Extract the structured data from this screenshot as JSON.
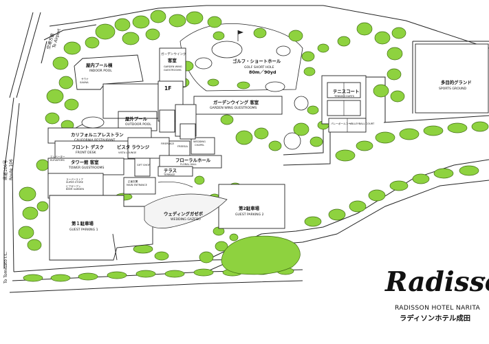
{
  "roads": {
    "airport_route": "空港方面",
    "airport_route_en": "To Airport",
    "route106_jp": "県道106号",
    "route106_en": "Route 106",
    "tomisato_ic": "To Tomisato I.C."
  },
  "areas": {
    "indoor_pool_jp": "屋内プール棟",
    "indoor_pool_en": "INDOOR POOL",
    "sauna": "サウナ",
    "sauna_en": "SAUNA",
    "garden_wing_room_jp": "ガーデンウイング",
    "garden_wing_room_jp2": "客室",
    "garden_wing_room_en": "GARDEN WING",
    "garden_wing_room_en2": "GUESTROOMS",
    "golf_jp": "ゴルフ・ショートホール",
    "golf_en": "GOLF SHORT HOLE",
    "golf_size": "80m／90yd",
    "floor_1f": "1F",
    "outdoor_pool_jp": "屋外プール",
    "outdoor_pool_en": "OUTDOOR POOL",
    "garden_wing_jp": "ガーデンウイング 客室",
    "garden_wing_en": "GARDEN WING GUESTROOMS",
    "tennis_jp": "テニスコート",
    "tennis_en": "TENNIS COURTS",
    "volley_jp": "バレーボールコート",
    "volley_en": "VOLLEYBALL COURT",
    "sports_jp": "多目的グランド",
    "sports_en": "SPORTS GROUND",
    "california_jp": "カリフォルニアレストラン",
    "california_en": "CALIFORNIA RESTAURANT",
    "front_jp": "フロント デスク",
    "front_en": "FRONT DESK",
    "vista_jp": "ビスタ ラウンジ",
    "vista_en": "VISTA LOUNGE",
    "tower_jp": "タワー館 客室",
    "tower_en": "TOWER GUESTROOMS",
    "elevator_jp": "エレベーター",
    "elevator_en": "ELEVATORS",
    "floral_jp": "フローラルホール",
    "floral_en": "FLORAL HALL",
    "terrace_jp": "テラス",
    "terrace_en": "TERRACE",
    "main_entrance_jp": "正面玄関",
    "main_entrance_en": "MAIN ENTRANCE",
    "parking1_jp": "第１駐車場",
    "parking1_en": "GUEST PARKING 1",
    "parking2_jp": "第2駐車場",
    "parking2_en": "GUEST PARKING 2",
    "gazebo_jp": "ウェディングガゼボ",
    "gazebo_en": "WEDDING GAZEBO",
    "super_jp": "スーパーストア",
    "super_en": "SUPER STORE",
    "beer_jp": "ビアガーデン",
    "beer_en": "BEER GARDEN",
    "fireplace": "FIREPLACE",
    "freesia": "FREESIA",
    "wedding": "WEDDING",
    "chapel": "CHAPEL",
    "gift": "GIFT SHOP"
  },
  "brand": {
    "logo_word": "Radisson",
    "name_en": "RADISSON HOTEL NARITA",
    "name_jp": "ラディソンホテル成田"
  },
  "colors": {
    "tree_fill": "#8ed23f",
    "tree_stroke": "#3f6b13",
    "building_line": "#222222",
    "background": "#ffffff"
  }
}
